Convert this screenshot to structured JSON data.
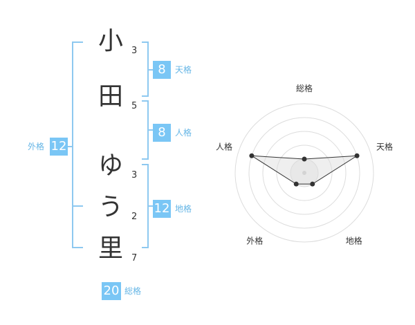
{
  "name_chars": [
    {
      "char": "小",
      "strokes": "3"
    },
    {
      "char": "田",
      "strokes": "5"
    },
    {
      "char": "ゆ",
      "strokes": "3"
    },
    {
      "char": "う",
      "strokes": "2"
    },
    {
      "char": "里",
      "strokes": "7"
    }
  ],
  "kaku": {
    "tenkaku": {
      "value": "8",
      "label": "天格"
    },
    "jinkaku": {
      "value": "8",
      "label": "人格"
    },
    "chikaku": {
      "value": "12",
      "label": "地格"
    },
    "gaikaku": {
      "value": "12",
      "label": "外格"
    },
    "soukaku": {
      "value": "20",
      "label": "総格"
    }
  },
  "colors": {
    "accent": "#7ac6f5",
    "bracket": "#8dc8f0",
    "label": "#66b6e6"
  },
  "chart_data": {
    "type": "radar",
    "axes": [
      "総格",
      "天格",
      "地格",
      "外格",
      "人格"
    ],
    "values": [
      1,
      4,
      1,
      1,
      4
    ],
    "rlim": [
      0,
      5
    ],
    "rings": 5
  }
}
